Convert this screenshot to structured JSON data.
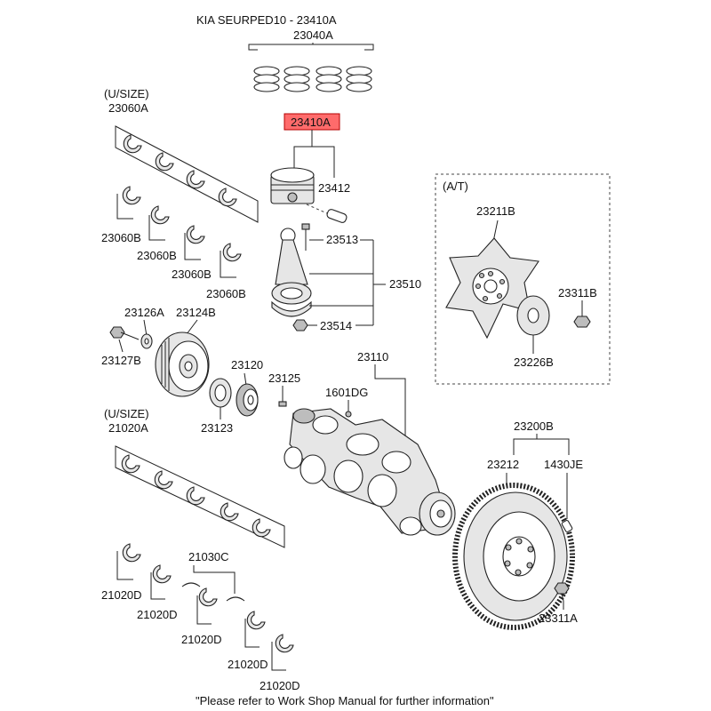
{
  "header": {
    "title": "KIA SEURPED10 - 23410A"
  },
  "labels": {
    "piston_ring": "23040A",
    "piston_assy": "23410A",
    "piston_pin": "23412",
    "undersize_1": "(U/SIZE)",
    "conrod_bearing_set": "23060A",
    "conrod_bearing_b1": "23060B",
    "conrod_bearing_b2": "23060B",
    "conrod_bearing_b3": "23060B",
    "conrod_bearing_b4": "23060B",
    "conrod_bolt": "23513",
    "conrod_assy": "23510",
    "conrod_nut": "23514",
    "at_label": "(A/T)",
    "drive_plate": "23211B",
    "drive_plate_bolt": "23311B",
    "drive_plate_adapter": "23226B",
    "washer": "23126A",
    "damper_pulley": "23124B",
    "pulley_bolt": "23127B",
    "crank_sprocket": "23120",
    "crank_key": "23125",
    "crankshaft": "23110",
    "pin": "1601DG",
    "oil_seal": "23123",
    "undersize_2": "(U/SIZE)",
    "main_bearing_set": "21020A",
    "flywheel_assy": "23200B",
    "ring_gear": "23212",
    "dowel": "1430JE",
    "flywheel_bolt": "23311A",
    "thrust_bearing": "21030C",
    "main_bearing_d1": "21020D",
    "main_bearing_d2": "21020D",
    "main_bearing_d3": "21020D",
    "main_bearing_d4": "21020D",
    "main_bearing_d5": "21020D"
  },
  "footer": {
    "note": "\"Please refer to Work Shop Manual for further information\""
  },
  "colors": {
    "highlight": "#ff6b6b",
    "line": "#222222",
    "background": "#ffffff"
  }
}
